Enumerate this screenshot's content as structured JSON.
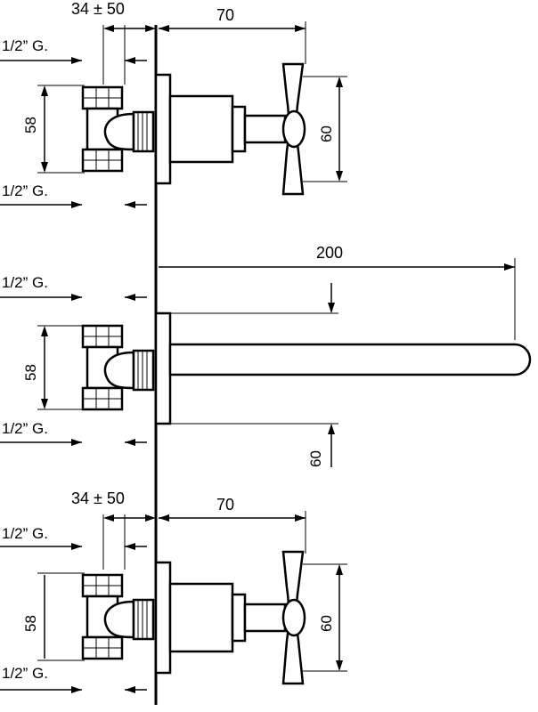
{
  "top": {
    "offset_label": "34 ± 50",
    "depth_label": "70",
    "thread_top_label": "1/2” G.",
    "thread_bottom_label": "1/2” G.",
    "inlet_spacing_label": "58",
    "handle_height_label": "60"
  },
  "spout": {
    "length_label": "200",
    "height_label": "60",
    "thread_top_label": "1/2” G.",
    "thread_bottom_label": "1/2” G.",
    "inlet_spacing_label": "58"
  },
  "bottom": {
    "offset_label": "34 ± 50",
    "depth_label": "70",
    "thread_top_label": "1/2” G.",
    "thread_bottom_label": "1/2” G.",
    "inlet_spacing_label": "58",
    "handle_height_label": "60"
  }
}
